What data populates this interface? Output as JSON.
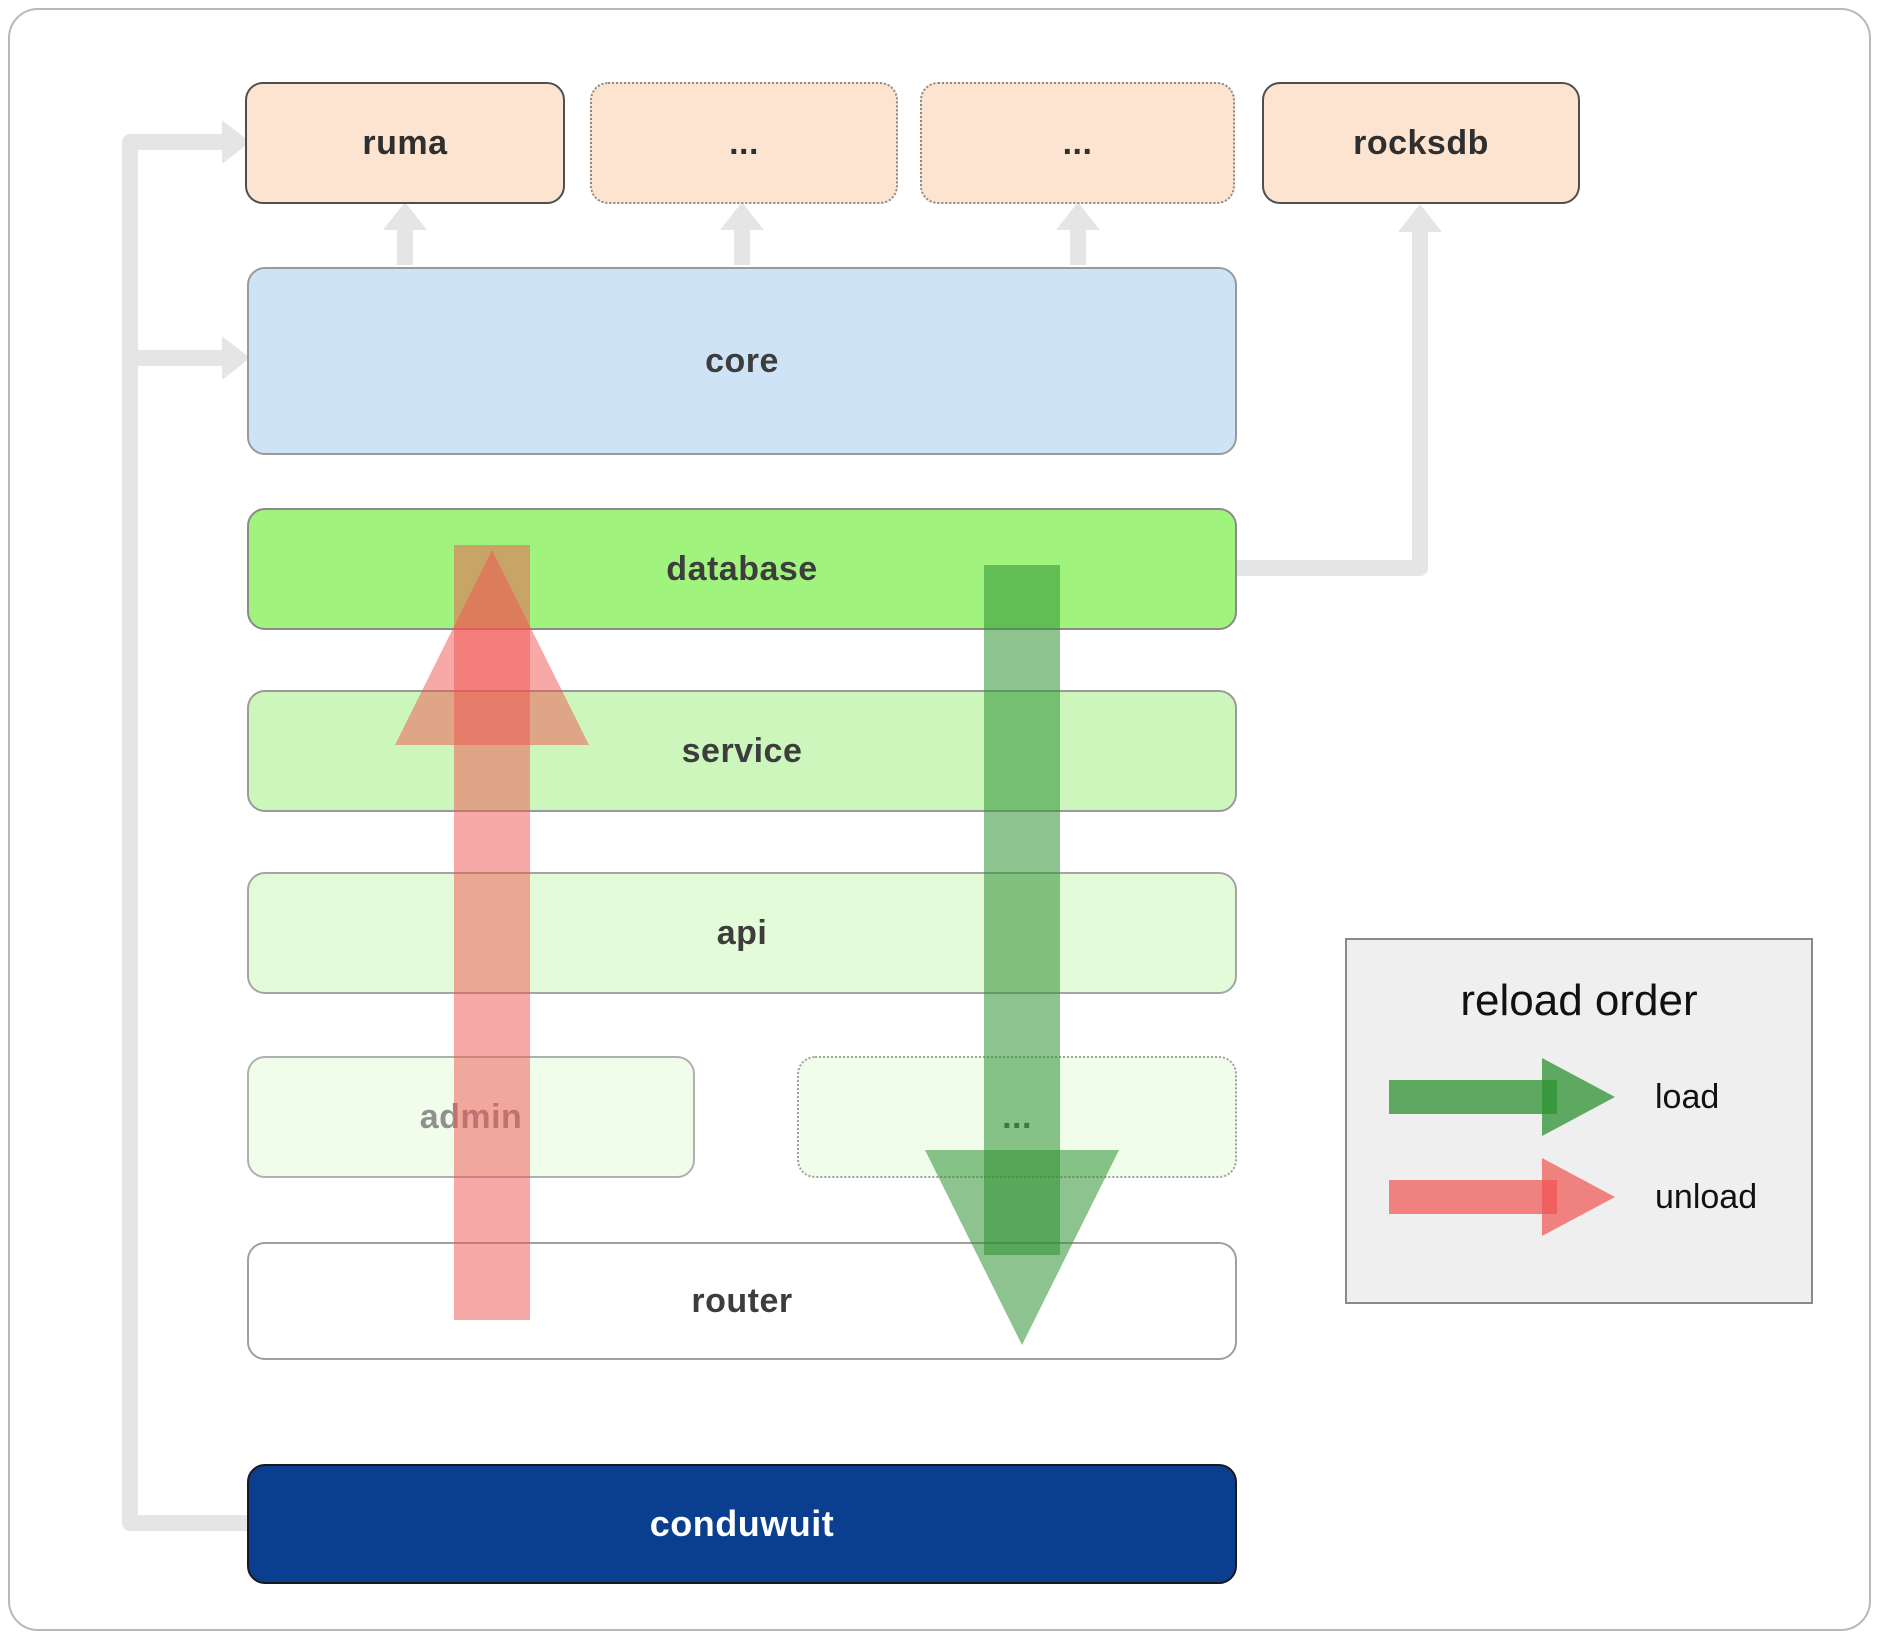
{
  "boxes": {
    "ruma": {
      "label": "ruma"
    },
    "ext1": {
      "label": "..."
    },
    "ext2": {
      "label": "..."
    },
    "rocksdb": {
      "label": "rocksdb"
    },
    "core": {
      "label": "core"
    },
    "database": {
      "label": "database"
    },
    "service": {
      "label": "service"
    },
    "api": {
      "label": "api"
    },
    "admin": {
      "label": "admin"
    },
    "ext3": {
      "label": "..."
    },
    "router": {
      "label": "router"
    },
    "conduwuit": {
      "label": "conduwuit"
    }
  },
  "legend": {
    "title": "reload order",
    "items": [
      {
        "label": "load",
        "color": "#2e9132"
      },
      {
        "label": "unload",
        "color": "#ef5350"
      }
    ]
  },
  "colors": {
    "external_box": "#fce4d0",
    "core": "#cfe3f7",
    "database": "#a0f47e",
    "service": "#cdf6bc",
    "api": "#e4fbd9",
    "admin": "#f0fdeb",
    "router": "#ffffff",
    "conduwuit": "#0a3e8f",
    "connector_gray": "#e5e5e5",
    "load_arrow": "#2e9132",
    "unload_arrow": "#ef5350"
  }
}
